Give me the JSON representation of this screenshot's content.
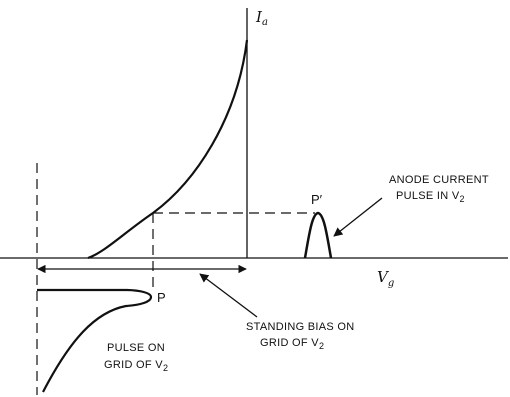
{
  "axes": {
    "y_label_main": "I",
    "y_label_sub": "a",
    "x_label_main": "V",
    "x_label_sub": "g"
  },
  "points": {
    "p": "P",
    "p_prime": "P′"
  },
  "annotations": {
    "anode_line1": "ANODE CURRENT",
    "anode_line2_pre": "PULSE IN V",
    "anode_line2_sub": "2",
    "bias_line1": "STANDING BIAS ON",
    "bias_line2_pre": "GRID OF V",
    "bias_line2_sub": "2",
    "pulse_line1": "PULSE ON",
    "pulse_line2_pre": "GRID OF V",
    "pulse_line2_sub": "2"
  }
}
